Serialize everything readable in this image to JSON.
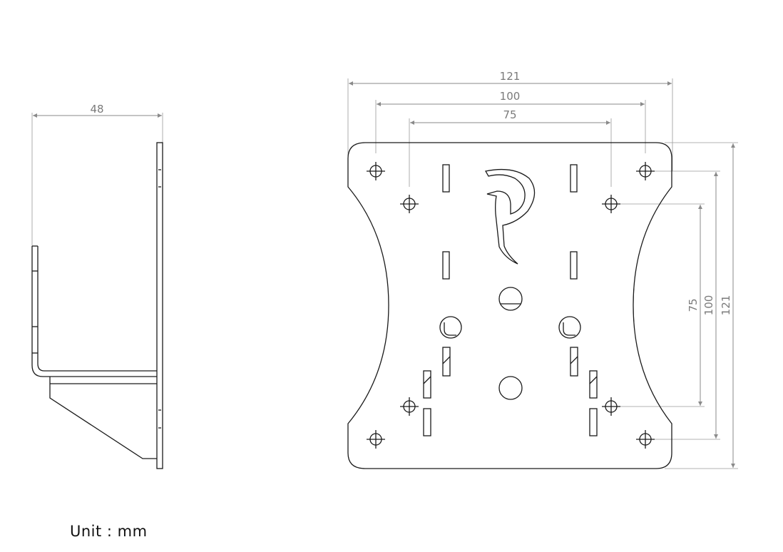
{
  "side_view": {
    "width_label": "48"
  },
  "front_view": {
    "top_dims": [
      "121",
      "100",
      "75"
    ],
    "right_dims": [
      "75",
      "100",
      "121"
    ]
  },
  "unit_label": "Unit :  mm"
}
